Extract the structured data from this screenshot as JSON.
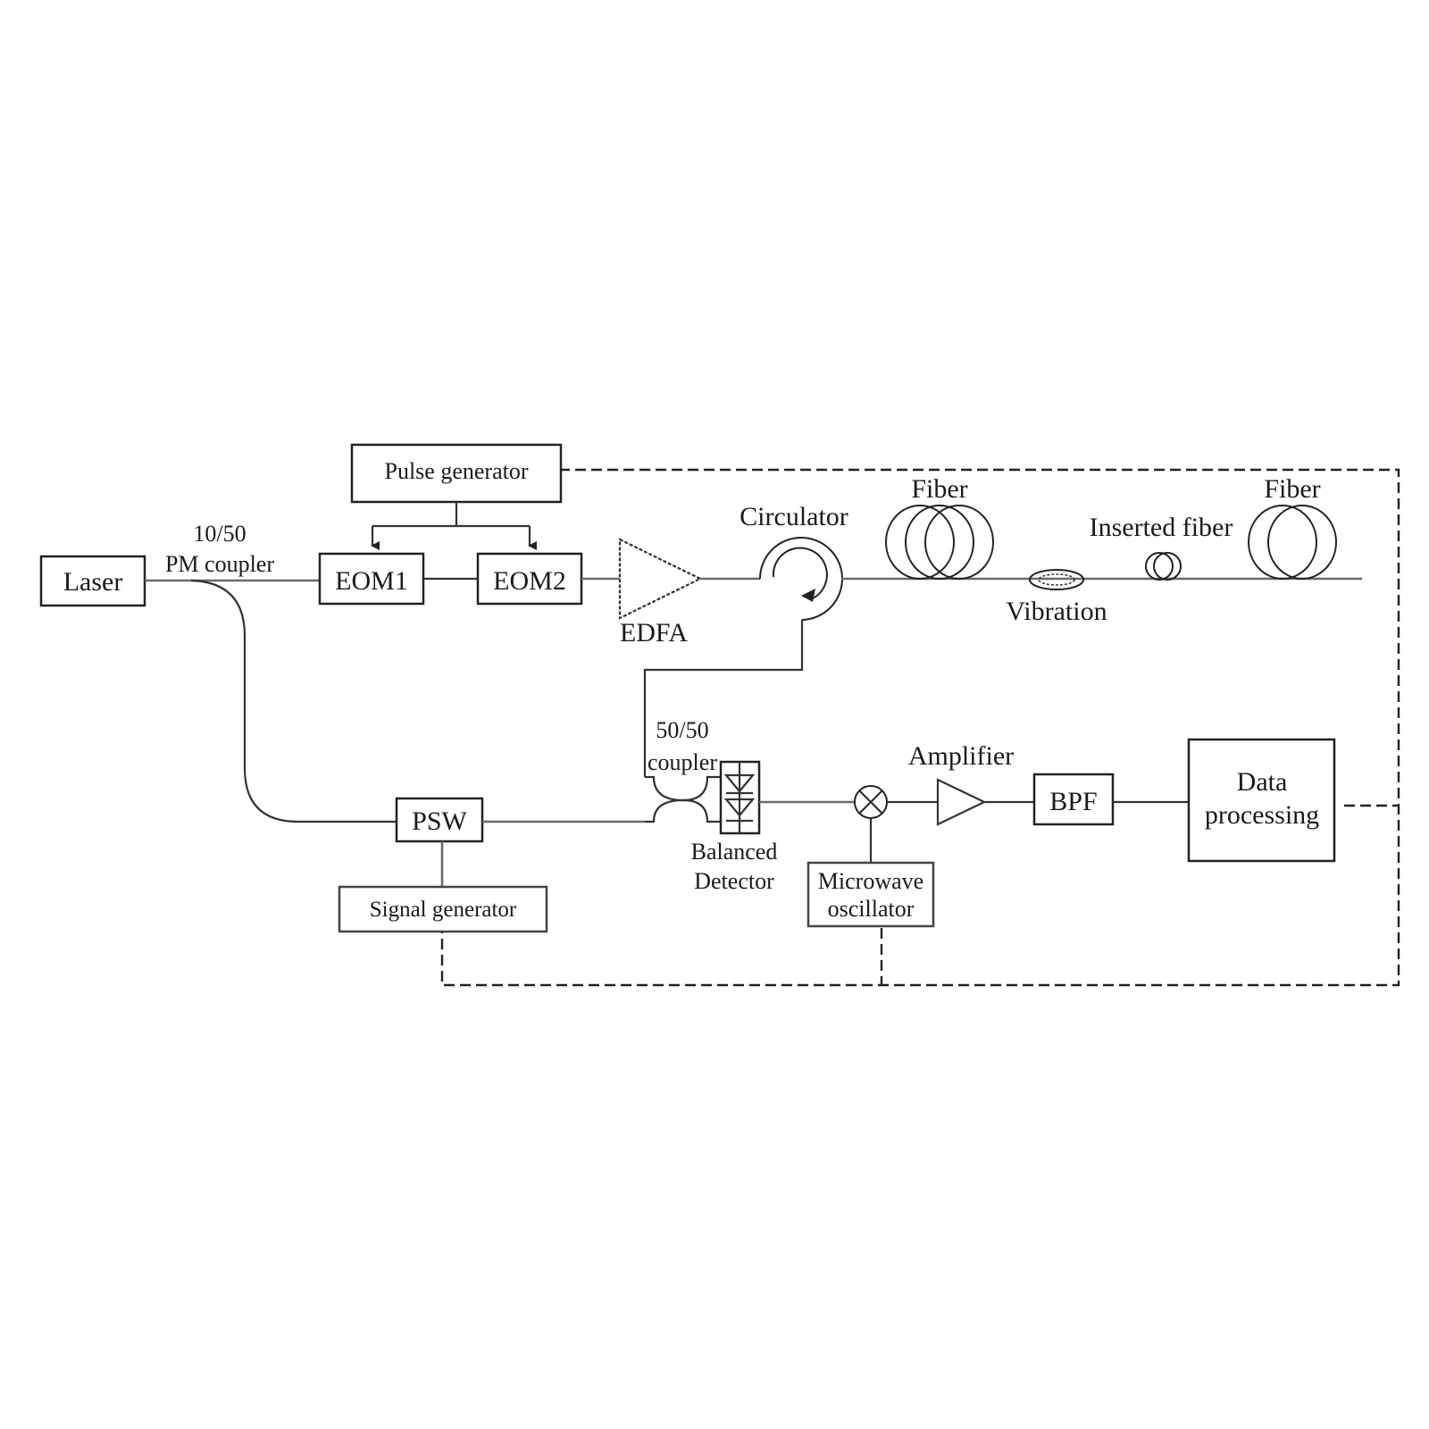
{
  "diagram": {
    "type": "fiber-optic experimental setup block diagram",
    "components": {
      "laser": "Laser",
      "pm_coupler_ratio": "10/50",
      "pm_coupler_name": "PM coupler",
      "pulse_generator": "Pulse generator",
      "eom1": "EOM1",
      "eom2": "EOM2",
      "edfa": "EDFA",
      "circulator": "Circulator",
      "fiber1": "Fiber",
      "vibration": "Vibration",
      "inserted_fiber": "Inserted fiber",
      "fiber2": "Fiber",
      "psw": "PSW",
      "signal_generator": "Signal generator",
      "coupler_ratio": "50/50",
      "coupler_name": "coupler",
      "balanced_detector_line1": "Balanced",
      "balanced_detector_line2": "Detector",
      "microwave_line1": "Microwave",
      "microwave_line2": "oscillator",
      "amplifier": "Amplifier",
      "bpf": "BPF",
      "data_processing_line1": "Data",
      "data_processing_line2": "processing"
    },
    "colors": {
      "stroke": "#222222",
      "fiber": "#6a6a6a",
      "background": "#ffffff"
    }
  }
}
